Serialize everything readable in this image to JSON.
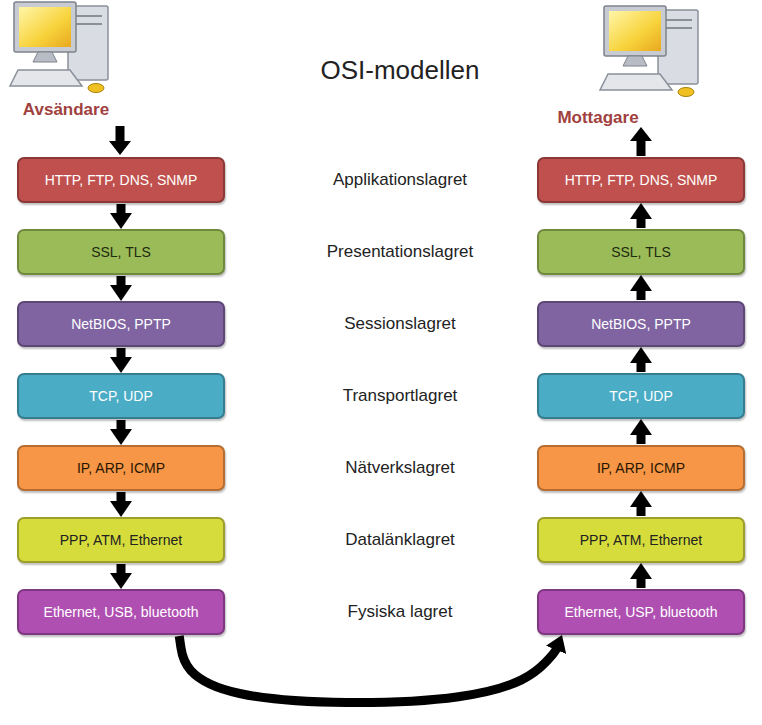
{
  "diagram": {
    "title": "OSI-modellen",
    "nodes": [
      {
        "text": [
          "HTTP, FTP, DNS, SNMP"
        ]
      },
      {
        "text": [
          "SSL, TLS"
        ]
      },
      {
        "text": [
          "NetBIOS, PPTP"
        ]
      },
      {
        "text": [
          "TCP, UDP"
        ]
      },
      {
        "text": [
          "IP, ARP, ICMP"
        ]
      },
      {
        "text": [
          "PPP, ATM, Ethernet"
        ]
      },
      {
        "text": [
          "Ethernet, USB, bluetooth"
        ]
      },
      {
        "text": [
          "HTTP, FTP, DNS, SNMP"
        ]
      },
      {
        "text": [
          "SSL, TLS"
        ]
      },
      {
        "text": [
          "NetBIOS, PPTP"
        ]
      },
      {
        "text": [
          "TCP, UDP"
        ]
      },
      {
        "text": [
          "IP, ARP, ICMP"
        ]
      },
      {
        "text": [
          "PPP, ATM, Ethernet"
        ]
      },
      {
        "text": [
          "Ethernet, USP, bluetooth"
        ]
      }
    ],
    "edges": [
      {
        "from": 0,
        "to": 1,
        "arrow": "to"
      },
      {
        "from": 1,
        "to": 2,
        "arrow": "to"
      },
      {
        "from": 2,
        "to": 3,
        "arrow": "to"
      },
      {
        "from": 3,
        "to": 4,
        "arrow": "to"
      },
      {
        "from": 4,
        "to": 5,
        "arrow": "to"
      },
      {
        "from": 5,
        "to": 6,
        "arrow": "to"
      },
      {
        "from": 6,
        "to": 13,
        "arrow": "to"
      },
      {
        "from": 13,
        "to": 12,
        "arrow": "to"
      },
      {
        "from": 12,
        "to": 11,
        "arrow": "to"
      },
      {
        "from": 11,
        "to": 10,
        "arrow": "to"
      },
      {
        "from": 10,
        "to": 9,
        "arrow": "to"
      },
      {
        "from": 9,
        "to": 8,
        "arrow": "to"
      },
      {
        "from": 8,
        "to": 7,
        "arrow": "to"
      }
    ],
    "labels": [
      "Avsändare",
      "Mottagare",
      "Applikationslagret",
      "Presentationslagret",
      "Sessionslagret",
      "Transportlagret",
      "Nätverkslagret",
      "Datalänklagret",
      "Fysiska lagret"
    ]
  }
}
